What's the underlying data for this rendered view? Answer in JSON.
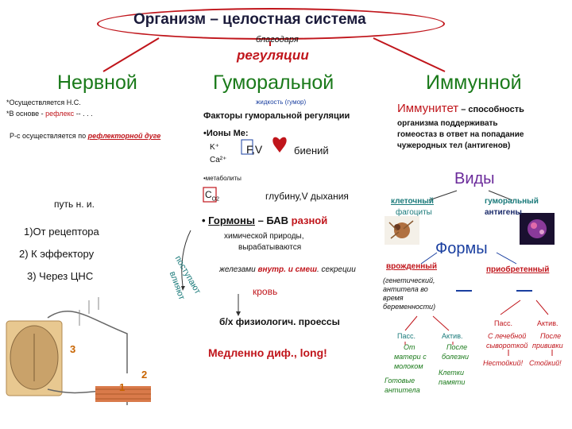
{
  "header": {
    "title": "Организм – целостная система",
    "subtitle": "благодаря",
    "main_word": "регуляции"
  },
  "columns": {
    "nervous": "Нервной",
    "humoral": "Гуморальной",
    "immune": "Иммунной"
  },
  "nervous": {
    "line1": "*Осуществляется Н.С.",
    "line2_prefix": "*В основе - ",
    "line2_reflex": "рефлекс",
    "line2_suffix": " -- . . .",
    "line3_prefix": "Р-с осуществляется по ",
    "line3_arc": "рефлекторной дуге",
    "path_label": "путь н. и.",
    "step1": "1)От рецептора",
    "step2": "2) К эффектору",
    "step3": "3) Через ЦНС",
    "fig_label_1": "1",
    "fig_label_2": "2",
    "fig_label_3": "3"
  },
  "humoral": {
    "note": "жидкость (гумор)",
    "factors_title": "Факторы гуморальной регуляции",
    "ions_title": "•Ионы Ме:",
    "ion_k": "K⁺",
    "ion_ca": "Ca²⁺",
    "fv": "F,V",
    "beats": "биений",
    "metabolites": "•метаболиты",
    "co2": "С",
    "co2_sub": "O2",
    "depth": "глубину,V дыхания",
    "hormones_bullet": "• ",
    "hormones_word": "Гормоны",
    "hormones_dash": " – БАВ ",
    "hormones_diverse": "разной",
    "chem_line1": "химической природы,",
    "chem_line2": "вырабатываются",
    "glands_prefix": "железами ",
    "glands_inner": "внутр. и смеш",
    "glands_suffix": ". секреции",
    "arrive": "поступают",
    "influence": "влияют",
    "blood": "кровь",
    "processes": "б/х физиологич. проессы",
    "slow_prefix": "Медленно диф., ",
    "slow_long": "long",
    "slow_excl": "!"
  },
  "immune": {
    "immunity_word": "Иммунитет",
    "immunity_def": " – способность",
    "immunity_l2": "организма поддерживать",
    "immunity_l3": "гомеостаз в ответ на попадание",
    "immunity_l4": "чужеродных тел (антигенов)",
    "types_title": "Виды",
    "cellular": "клеточный",
    "phagocytes": "фагоциты",
    "humoral_type": "гуморальный",
    "antigens": "антигены",
    "forms_title": "Формы",
    "innate": "врожденный",
    "innate_note_1": "(генетический,",
    "innate_note_2": "антитела во",
    "innate_note_3": "время",
    "innate_note_4": "беременности)",
    "acquired": "приобретенный",
    "passive_1": "Пасс.",
    "active_1": "Актив.",
    "from_mother_1": "От",
    "from_mother_2": "матери с",
    "from_mother_3": "молоком",
    "after_disease_1": "После",
    "after_disease_2": "болезни",
    "ready_ab_1": "Готовые",
    "ready_ab_2": "антитела",
    "memory_cells_1": "Клетки",
    "memory_cells_2": "памяти",
    "passive_2": "Пасс.",
    "active_2": "Актив.",
    "serum_1": "С лечебной",
    "serum_2": "сывороткой",
    "vaccine_1": "После",
    "vaccine_2": "прививки",
    "unstable": "Нестойкий!",
    "stable": "Стойкий!"
  },
  "colors": {
    "accent_red": "#c0151b",
    "green": "#1a7a1a",
    "blue": "#1a3fa0",
    "teal": "#1a7a7a",
    "heart": "#c0151b"
  }
}
